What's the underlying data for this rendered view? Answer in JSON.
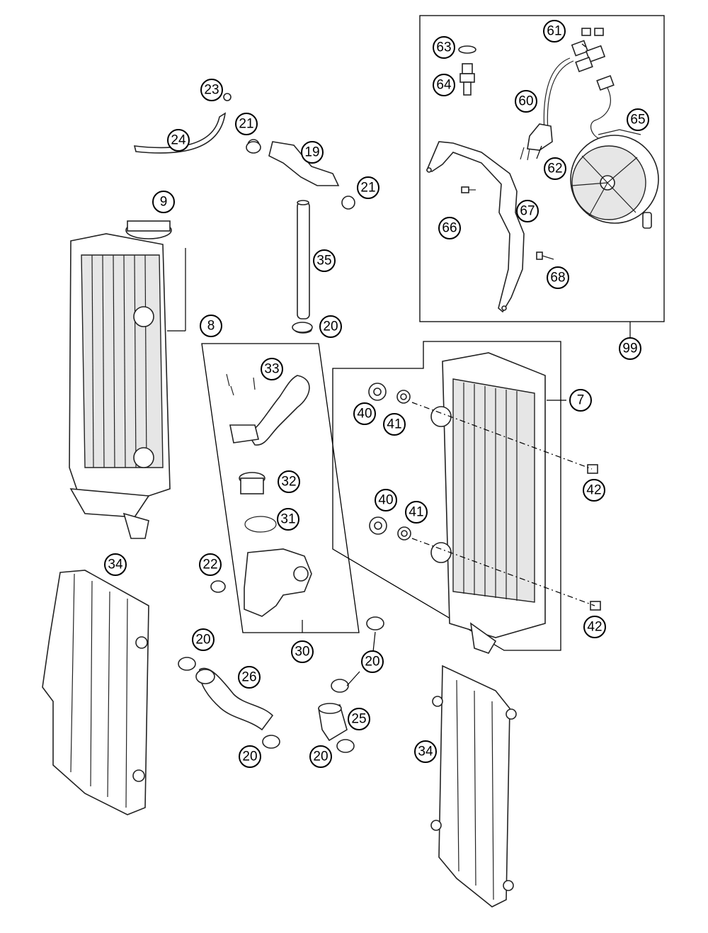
{
  "callouts": {
    "c61": "61",
    "c63": "63",
    "c64": "64",
    "c60": "60",
    "c65": "65",
    "c62": "62",
    "c67": "67",
    "c66": "66",
    "c68": "68",
    "c99": "99",
    "c23": "23",
    "c24": "24",
    "c21a": "21",
    "c19": "19",
    "c21b": "21",
    "c9": "9",
    "c35": "35",
    "c8": "8",
    "c20a": "20",
    "c33": "33",
    "c32": "32",
    "c31": "31",
    "c22": "22",
    "c30": "30",
    "c7": "7",
    "c40a": "40",
    "c41a": "41",
    "c42a": "42",
    "c40b": "40",
    "c41b": "41",
    "c42b": "42",
    "c34a": "34",
    "c34b": "34",
    "c20b": "20",
    "c26": "26",
    "c20c": "20",
    "c20d": "20",
    "c25": "25",
    "c20e": "20"
  }
}
